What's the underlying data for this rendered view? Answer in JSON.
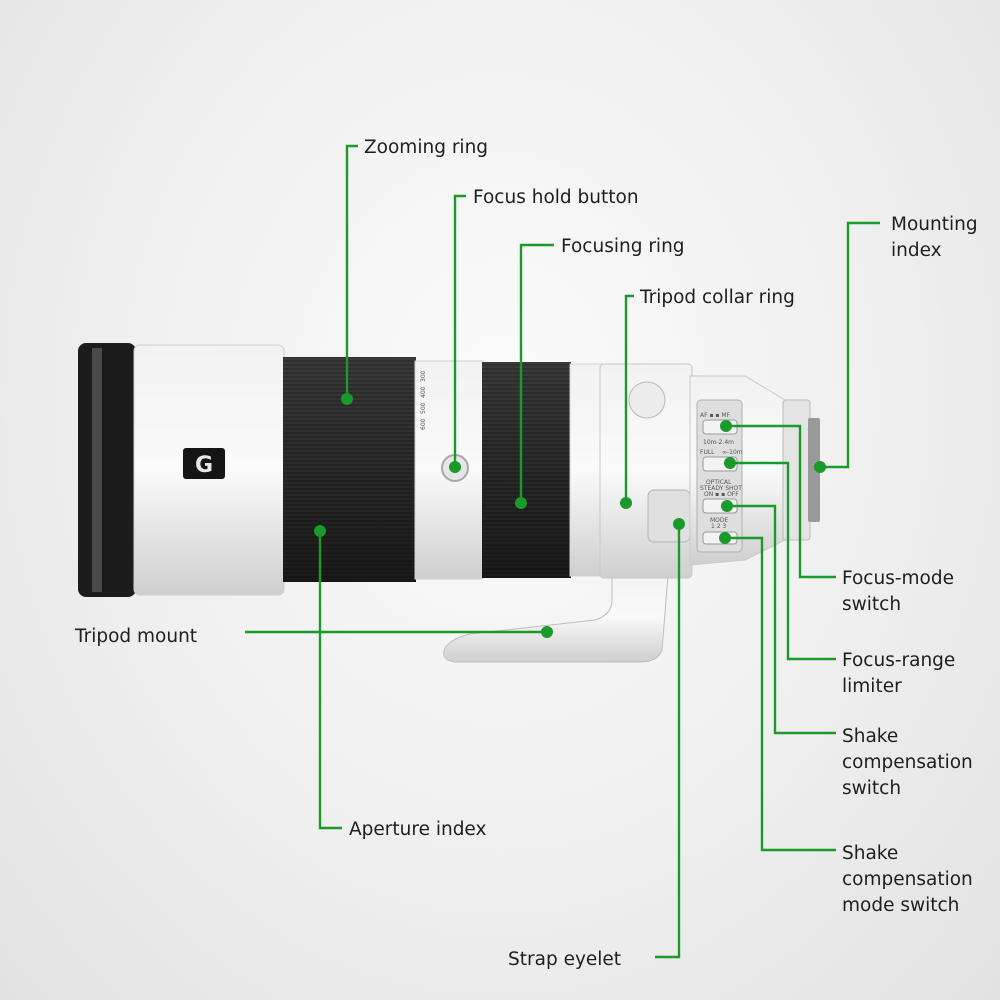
{
  "accent_color": "#1b9a2c",
  "lens": {
    "badge": "G",
    "zoom_scale": [
      "600",
      "500",
      "400",
      "300"
    ],
    "switches": {
      "focus_mode": "AF ▪ ▪ MF",
      "range_top": "10m-2.4m",
      "range_left": "FULL",
      "range_right": "∞-10m",
      "oss_line1": "OPTICAL",
      "oss_line2": "STEADY SHOT",
      "oss_line3": "ON ▪ ▪ OFF",
      "mode_line1": "MODE",
      "mode_line2": "1 2 3"
    }
  },
  "callouts": {
    "zooming_ring": "Zooming ring",
    "focus_hold_button": "Focus hold button",
    "focusing_ring": "Focusing ring",
    "tripod_collar_ring": "Tripod collar ring",
    "mounting_index": [
      "Mounting",
      "index"
    ],
    "focus_mode_switch": [
      "Focus-mode",
      "switch"
    ],
    "focus_range_limiter": [
      "Focus-range",
      "limiter"
    ],
    "shake_compensation_switch": [
      "Shake",
      "compensation",
      "switch"
    ],
    "shake_compensation_mode_switch": [
      "Shake",
      "compensation",
      "mode switch"
    ],
    "tripod_mount": "Tripod mount",
    "aperture_index": "Aperture index",
    "strap_eyelet": "Strap eyelet"
  }
}
